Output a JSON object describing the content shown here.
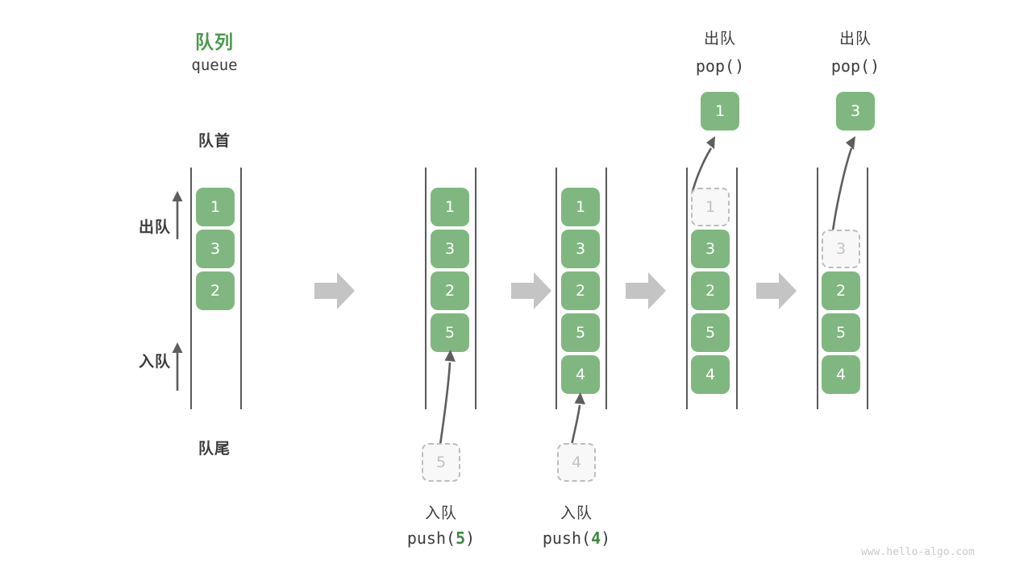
{
  "figure": {
    "title_cn": "队列",
    "title_en": "queue",
    "head_label": "队首",
    "tail_label": "队尾",
    "dequeue_label": "出队",
    "enqueue_label": "入队",
    "watermark": "www.hello-algo.com"
  },
  "colors": {
    "accent_green": "#4c9a4c",
    "cell_fill": "#80b780",
    "cell_text": "#ffffff",
    "ghost_fill": "#f8f8f8",
    "ghost_border": "#bdbdbd",
    "ghost_text": "#c2c2c2",
    "rail": "#595959",
    "arrow_gray": "#c4c4c4",
    "curve_arrow": "#5e5e5e",
    "text": "#3c3c3c",
    "watermark": "#c9c9c9"
  },
  "stages": [
    {
      "id": "initial",
      "cells": [
        "1",
        "3",
        "2"
      ],
      "ghost_index": null,
      "op_cn": null,
      "op_code": null,
      "op_arg": null,
      "result_value": null
    },
    {
      "id": "push-5",
      "cells": [
        "1",
        "3",
        "2",
        "5"
      ],
      "ghost_index": null,
      "op_cn": "入队",
      "op_code_prefix": "push(",
      "op_arg": "5",
      "op_code_suffix": ")",
      "incoming_value": "5",
      "result_value": null
    },
    {
      "id": "push-4",
      "cells": [
        "1",
        "3",
        "2",
        "5",
        "4"
      ],
      "ghost_index": null,
      "op_cn": "入队",
      "op_code_prefix": "push(",
      "op_arg": "4",
      "op_code_suffix": ")",
      "incoming_value": "4",
      "result_value": null
    },
    {
      "id": "pop-1",
      "cells": [
        "1",
        "3",
        "2",
        "5",
        "4"
      ],
      "ghost_index": 0,
      "op_cn": "出队",
      "op_code_prefix": "pop(",
      "op_arg": "",
      "op_code_suffix": ")",
      "result_value": "1"
    },
    {
      "id": "pop-3",
      "cells": [
        "3",
        "2",
        "5",
        "4"
      ],
      "ghost_index": 0,
      "op_cn": "出队",
      "op_code_prefix": "pop(",
      "op_arg": "",
      "op_code_suffix": ")",
      "result_value": "3"
    }
  ],
  "step_arrows": 4
}
